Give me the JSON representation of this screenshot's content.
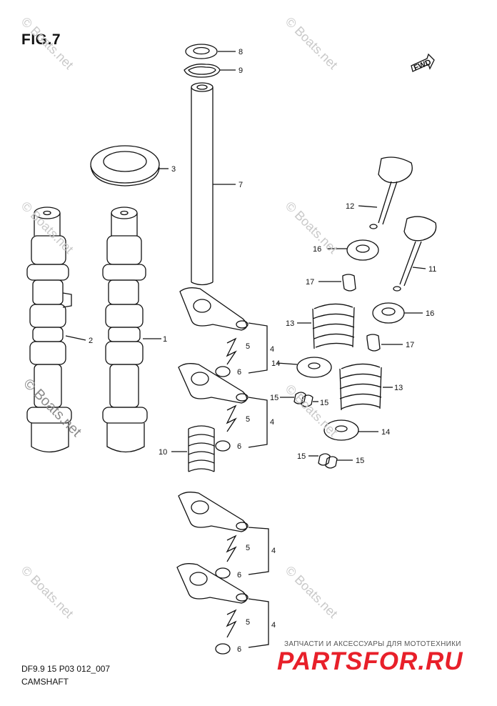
{
  "figure": {
    "title": "FIG.7",
    "code": "DF9.9 15 P03 012_007",
    "name": "CAMSHAFT",
    "fwd": "FWD"
  },
  "watermark": "© Boats.net",
  "brand": {
    "subtitle": "ЗАПЧАСТИ И АКСЕССУАРЫ ДЛЯ МОТОТЕХНИКИ",
    "name": "PARTSFOR.RU",
    "color": "#e8202a"
  },
  "callouts": {
    "n1": "1",
    "n2": "2",
    "n3": "3",
    "n4a": "4",
    "n4b": "4",
    "n4c": "4",
    "n4d": "4",
    "n5a": "5",
    "n5b": "5",
    "n5c": "5",
    "n5d": "5",
    "n6a": "6",
    "n6b": "6",
    "n6c": "6",
    "n6d": "6",
    "n7": "7",
    "n8": "8",
    "n9": "9",
    "n10": "10",
    "n11": "11",
    "n12": "12",
    "n13a": "13",
    "n13b": "13",
    "n14a": "14",
    "n14b": "14",
    "n15a": "15",
    "n15b": "15",
    "n15c": "15",
    "n15d": "15",
    "n16a": "16",
    "n16b": "16",
    "n17a": "17",
    "n17b": "17"
  }
}
